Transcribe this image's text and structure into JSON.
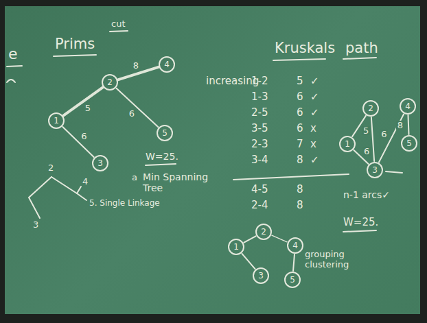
{
  "diagram": {
    "nodes": [
      {
        "text": [
          "1"
        ]
      },
      {
        "text": [
          "2"
        ]
      },
      {
        "text": [
          "4"
        ]
      },
      {
        "text": [
          "5"
        ]
      },
      {
        "text": [
          "3"
        ]
      },
      {
        "text": [
          "2"
        ]
      },
      {
        "text": [
          "4"
        ]
      },
      {
        "text": [
          "1"
        ]
      },
      {
        "text": [
          "5"
        ]
      },
      {
        "text": [
          "3"
        ]
      },
      {
        "text": [
          "2"
        ]
      },
      {
        "text": [
          "1"
        ]
      },
      {
        "text": [
          "3"
        ]
      },
      {
        "text": [
          "4"
        ]
      },
      {
        "text": [
          "5"
        ]
      }
    ],
    "edges": [
      {
        "from": 0,
        "to": 1,
        "arrow": "none",
        "label": "5"
      },
      {
        "from": 1,
        "to": 2,
        "arrow": "none",
        "label": "8"
      },
      {
        "from": 1,
        "to": 3,
        "arrow": "none",
        "label": "6"
      },
      {
        "from": 0,
        "to": 4,
        "arrow": "none",
        "label": "6"
      },
      {
        "from": 7,
        "to": 5,
        "arrow": "none",
        "label": "5"
      },
      {
        "from": 7,
        "to": 9,
        "arrow": "none",
        "label": "6"
      },
      {
        "from": 9,
        "to": 6,
        "arrow": "none",
        "label": "6"
      },
      {
        "from": 6,
        "to": 8,
        "arrow": "none",
        "label": "8"
      },
      {
        "from": 5,
        "to": 9,
        "arrow": "none"
      },
      {
        "from": 11,
        "to": 10,
        "arrow": "none"
      },
      {
        "from": 11,
        "to": 12,
        "arrow": "none"
      },
      {
        "from": 13,
        "to": 14,
        "arrow": "none"
      },
      {
        "from": 10,
        "to": 13,
        "arrow": "none"
      }
    ],
    "labels": [
      "e",
      "cut",
      "Prims",
      "W=25.",
      "a",
      "Min Spanning Tree",
      "2",
      "4",
      "3",
      "5. Single Linkage",
      "Kruskals",
      "path",
      "increasing",
      "1-2",
      "5",
      "✓",
      "1-3",
      "6",
      "✓",
      "2-5",
      "6",
      "✓",
      "3-5",
      "6",
      "x",
      "2-3",
      "7",
      "x",
      "3-4",
      "8",
      "✓",
      "4-5",
      "8",
      "2-4",
      "8",
      "n-1 arcs✓",
      "W=25.",
      "grouping clustering"
    ]
  }
}
